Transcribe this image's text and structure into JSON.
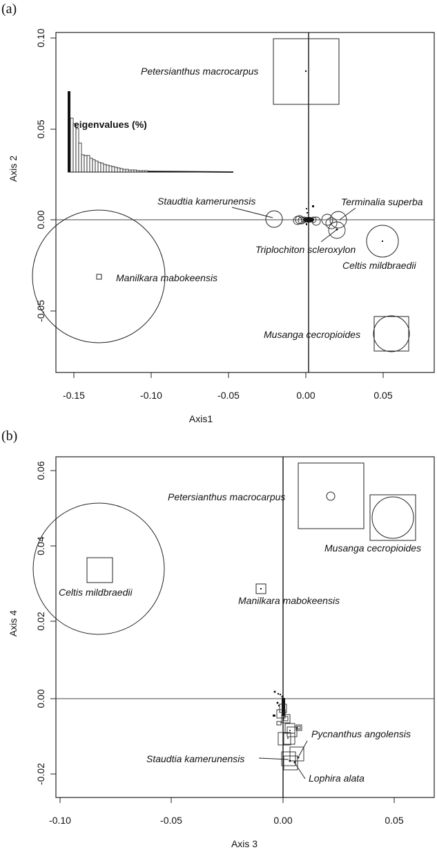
{
  "figure": {
    "panels": [
      {
        "label": "(a)"
      },
      {
        "label": "(b)"
      }
    ]
  },
  "chart_data": [
    {
      "type": "scatter",
      "panel": "(a)",
      "title": "",
      "xlabel": "Axis1",
      "ylabel": "Axis 2",
      "xlim": [
        -0.162,
        0.081
      ],
      "ylim": [
        -0.085,
        0.103
      ],
      "xticks": [
        "-0.15",
        "-0.10",
        "-0.05",
        "0.00",
        "0.05"
      ],
      "yticks": [
        "-0.05",
        "0.00",
        "0.05",
        "0.10"
      ],
      "grid": false,
      "reference_lines": {
        "x": 0,
        "y": 0
      },
      "inset": {
        "type": "bar",
        "title": "eigenvalues (%)",
        "values_relative": [
          1.0,
          0.47,
          0.42,
          0.37,
          0.24,
          0.13,
          0.12,
          0.12,
          0.1,
          0.09,
          0.08,
          0.07,
          0.07,
          0.06,
          0.05,
          0.05,
          0.04,
          0.04,
          0.04,
          0.04,
          0.03,
          0.03,
          0.03,
          0.03,
          0.02,
          0.02,
          0.02,
          0.02,
          0.02,
          0.02,
          0.01,
          0.01,
          0.01,
          0.01,
          0.01,
          0.01,
          0.01,
          0.01,
          0.0,
          0.0
        ]
      },
      "points": [
        {
          "label": "Petersianthus macrocarpus",
          "x": -0.002,
          "y": 0.082,
          "marker": "square",
          "size": "large"
        },
        {
          "label": "Staudtia kamerunensis",
          "x": -0.022,
          "y": 0.001,
          "marker": "circle",
          "size": "medium"
        },
        {
          "label": "Terminalia superba",
          "x": 0.019,
          "y": 0.001,
          "marker": "circle",
          "size": "medium"
        },
        {
          "label": "Triplochiton scleroxylon",
          "x": 0.018,
          "y": -0.006,
          "marker": "circle",
          "size": "medium"
        },
        {
          "label": "Celtis mildbraedii",
          "x": 0.047,
          "y": -0.011,
          "marker": "circle",
          "size": "medium-large"
        },
        {
          "label": "Manilkara mabokeensis",
          "x": -0.134,
          "y": -0.031,
          "marker": "circle",
          "size": "very-large"
        },
        {
          "label": "Musanga cecropioides",
          "x": 0.052,
          "y": -0.062,
          "marker": "square+circle",
          "size": "large"
        }
      ]
    },
    {
      "type": "scatter",
      "panel": "(b)",
      "title": "",
      "xlabel": "Axis 3",
      "ylabel": "Axis 4",
      "xlim": [
        -0.104,
        0.068
      ],
      "ylim": [
        -0.026,
        0.064
      ],
      "xticks": [
        "-0.10",
        "-0.05",
        "0.00",
        "0.05"
      ],
      "yticks": [
        "-0.02",
        "0.00",
        "0.02",
        "0.04",
        "0.06"
      ],
      "grid": false,
      "reference_lines": {
        "x": 0,
        "y": 0
      },
      "points": [
        {
          "label": "Petersianthus macrocarpus",
          "x": 0.02,
          "y": 0.053,
          "marker": "square+circle",
          "size": "large"
        },
        {
          "label": "Musanga cecropioides",
          "x": 0.041,
          "y": 0.047,
          "marker": "square+circle",
          "size": "large"
        },
        {
          "label": "Celtis mildbraedii",
          "x": -0.083,
          "y": 0.034,
          "marker": "circle",
          "size": "very-large"
        },
        {
          "label": "Manilkara mabokeensis",
          "x": -0.004,
          "y": 0.029,
          "marker": "square",
          "size": "small"
        },
        {
          "label": "Pycnanthus angolensis",
          "x": 0.007,
          "y": -0.014,
          "marker": "square",
          "size": "medium"
        },
        {
          "label": "Staudtia kamerunensis",
          "x": 0.003,
          "y": -0.016,
          "marker": "square",
          "size": "medium"
        },
        {
          "label": "Lophira alata",
          "x": 0.005,
          "y": -0.016,
          "marker": "square",
          "size": "medium"
        }
      ]
    }
  ],
  "labels": {
    "a": {
      "xlabel": "Axis1",
      "ylabel": "Axis 2",
      "xticks": [
        "-0.15",
        "-0.10",
        "-0.05",
        "0.00",
        "0.05"
      ],
      "yticks": [
        "-0.05",
        "0.00",
        "0.05",
        "0.10"
      ],
      "inset_title": "eigenvalues (%)",
      "species": {
        "petersianthus": "Petersianthus macrocarpus",
        "staudtia": "Staudtia kamerunensis",
        "terminalia": "Terminalia superba",
        "triplochiton": "Triplochiton scleroxylon",
        "celtis": "Celtis mildbraedii",
        "manilkara": "Manilkara mabokeensis",
        "musanga": "Musanga cecropioides"
      }
    },
    "b": {
      "xlabel": "Axis 3",
      "ylabel": "Axis 4",
      "xticks": [
        "-0.10",
        "-0.05",
        "0.00",
        "0.05"
      ],
      "yticks": [
        "-0.02",
        "0.00",
        "0.02",
        "0.04",
        "0.06"
      ],
      "species": {
        "petersianthus": "Petersianthus macrocarpus",
        "musanga": "Musanga cecropioides",
        "celtis": "Celtis mildbraedii",
        "manilkara": "Manilkara mabokeensis",
        "pycnanthus": "Pycnanthus angolensis",
        "staudtia": "Staudtia kamerunensis",
        "lophira": "Lophira alata"
      }
    }
  }
}
